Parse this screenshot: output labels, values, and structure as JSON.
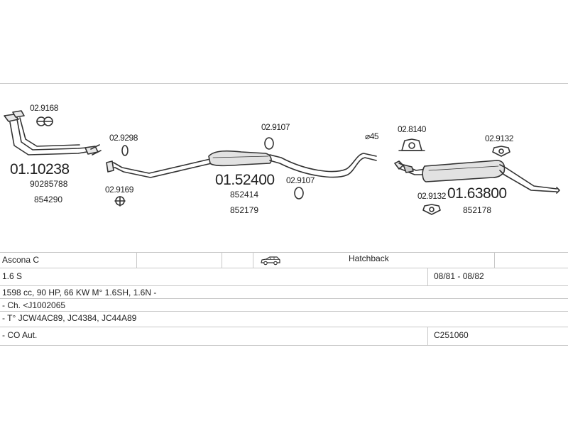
{
  "parts": {
    "clamp_a": "02.9168",
    "downpipe_code": "01.10238",
    "downpipe_ref1": "90285788",
    "downpipe_ref2": "854290",
    "gasket_a": "02.9298",
    "clamp_b": "02.9169",
    "ring_top": "02.9107",
    "middle_code": "01.52400",
    "middle_ref1": "852414",
    "middle_ref2": "852179",
    "ring_bottom": "02.9107",
    "diameter": "⌀45",
    "hanger_a": "02.8140",
    "hanger_b": "02.9132",
    "hanger_c": "02.9132",
    "rear_code": "01.63800",
    "rear_ref": "852178"
  },
  "table": {
    "model": "Ascona C",
    "body_type": "Hatchback",
    "engine": "1.6 S",
    "years": "08/81 - 08/82",
    "spec": "1598 cc, 90 HP, 66 KW M° 1.6SH, 1.6N -",
    "chassis": "- Ch. <J1002065",
    "type_codes": "- T° JCW4AC89, JC4384, JC44A89",
    "co": "- CO Aut.",
    "co_code": "C251060"
  },
  "icons": {
    "vehicle": "hatchback-car-icon"
  }
}
